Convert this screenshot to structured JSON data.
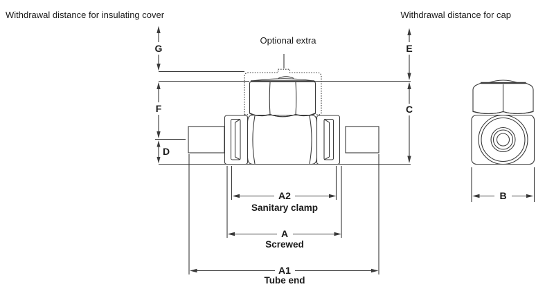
{
  "figure": {
    "type": "technical-dimension-diagram",
    "subject": "steam trap with hex cap, clamp connections and dimension callouts"
  },
  "annotations": {
    "insulating_cover": "Withdrawal distance for insulating cover",
    "cap": "Withdrawal distance for cap",
    "optional_extra": "Optional extra"
  },
  "dimensions": {
    "G": "G",
    "F": "F",
    "D": "D",
    "E": "E",
    "C": "C",
    "B": "B",
    "A2": "A2",
    "A": "A",
    "A1": "A1"
  },
  "connection_labels": {
    "sanitary_clamp": "Sanitary clamp",
    "screwed": "Screwed",
    "tube_end": "Tube end"
  },
  "colors": {
    "line": "#3a3a3a",
    "text": "#1a1a1a",
    "background": "#ffffff"
  }
}
